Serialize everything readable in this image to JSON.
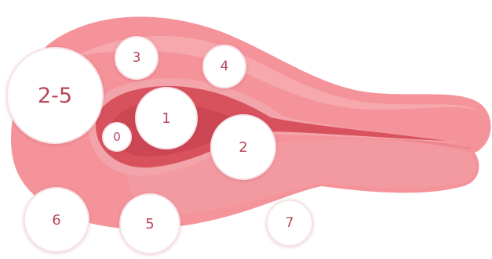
{
  "colors": {
    "body_main": "#f5939a",
    "body_highlight": "#f8b1b5",
    "body_shadow": "#ea7f87",
    "cavity": "#d8525e",
    "cavity_dark": "#c43f4c",
    "label_text": "#b8465a",
    "circle_fill": "#ffffff"
  },
  "markers": {
    "m25": "2-5",
    "m3": "3",
    "m4": "4",
    "m1": "1",
    "m0": "0",
    "m2": "2",
    "m6": "6",
    "m5": "5",
    "m7": "7"
  }
}
